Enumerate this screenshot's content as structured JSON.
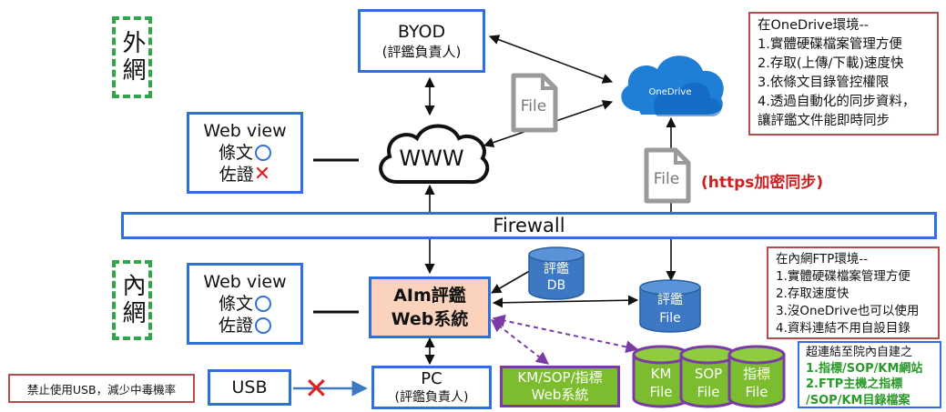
{
  "zones": {
    "external": "外網",
    "internal": "內網"
  },
  "byod": {
    "title": "BYOD",
    "subtitle": "(評鑑負責人)"
  },
  "onedrive_label": "OneDrive",
  "onedrive_notes": [
    "在OneDrive環境--",
    "1.實體硬碟檔案管理方便",
    "2.存取(上傳/下載)速度快",
    "3.依條文目錄管控權限",
    "4.透過自動化的同步資料，",
    "讓評鑑文件能即時同步"
  ],
  "file_label": "File",
  "https_sync": "(https加密同步)",
  "web_view_external": {
    "title": "Web view",
    "line1": "條文",
    "line2": "佐證",
    "mark1": "○",
    "mark2": "✕"
  },
  "web_view_internal": {
    "title": "Web view",
    "line1": "條文",
    "line2": "佐證",
    "mark1": "○",
    "mark2": "○"
  },
  "www": "WWW",
  "firewall": "Firewall",
  "aim_system": {
    "line1": "AIm評鑑",
    "line2": "Web系統"
  },
  "db": {
    "line1": "評鑑",
    "line2": "DB"
  },
  "eval_file": {
    "line1": "評鑑",
    "line2": "File"
  },
  "ftp_notes": [
    "在內網FTP環境--",
    "1.實體硬碟檔案管理方便",
    "2.存取速度快",
    "3.沒OneDrive也可以使用",
    "4.資料連結不用自設目錄"
  ],
  "pc": {
    "title": "PC",
    "subtitle": "(評鑑負責人)"
  },
  "usb": "USB",
  "usb_warning": "禁止使用USB，減少中毒機率",
  "km_system": {
    "line1": "KM/SOP/指標",
    "line2": "Web系統"
  },
  "cylinders": [
    {
      "line1": "KM",
      "line2": "File"
    },
    {
      "line1": "SOP",
      "line2": "File"
    },
    {
      "line1": "指標",
      "line2": "File"
    }
  ],
  "hyperlink_notes": {
    "line1": "超連結至院內自建之",
    "line2": "1.指標/SOP/KM網站",
    "line3": "2.FTP主機之指標",
    "line4": "/SOP/KM目錄檔案"
  },
  "colors": {
    "blue": "#2f6fe0",
    "green": "#2fa64a",
    "red": "#e32020",
    "salmon": "#fbd3bd",
    "purple": "#7b3aa6",
    "lime": "#7bbd2e",
    "dbblue": "#3c78c4"
  }
}
